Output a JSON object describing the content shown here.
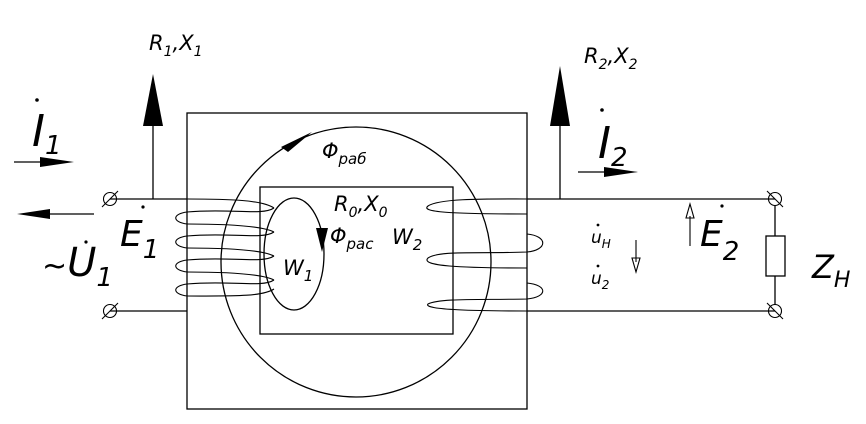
{
  "labels": {
    "r1x1": "R",
    "r1x1_sub1": "1",
    "r1x1_mid": ",X",
    "r1x1_sub2": "1",
    "r2x2": "R",
    "r2x2_sub1": "2",
    "r2x2_mid": ",X",
    "r2x2_sub2": "2",
    "r0x0": "R",
    "r0x0_sub1": "0",
    "r0x0_mid": ",X",
    "r0x0_sub2": "0",
    "i1": "I",
    "i1_sub": "1",
    "i2": "I",
    "i2_sub": "2",
    "phi_work": "Φ",
    "phi_work_sub": "раб",
    "phi_leak": "Φ",
    "phi_leak_sub": "рас",
    "e1": "E",
    "e1_sub": "1",
    "e2": "E",
    "e2_sub": "2",
    "u1_prefix": "~",
    "u1": "U",
    "u1_sub": "1",
    "w1": "W",
    "w1_sub": "1",
    "w2": "W",
    "w2_sub": "2",
    "uh": "u",
    "uh_sub": "Н",
    "u2": "u",
    "u2_sub": "2",
    "zh": "Z",
    "zh_sub": "Н"
  }
}
